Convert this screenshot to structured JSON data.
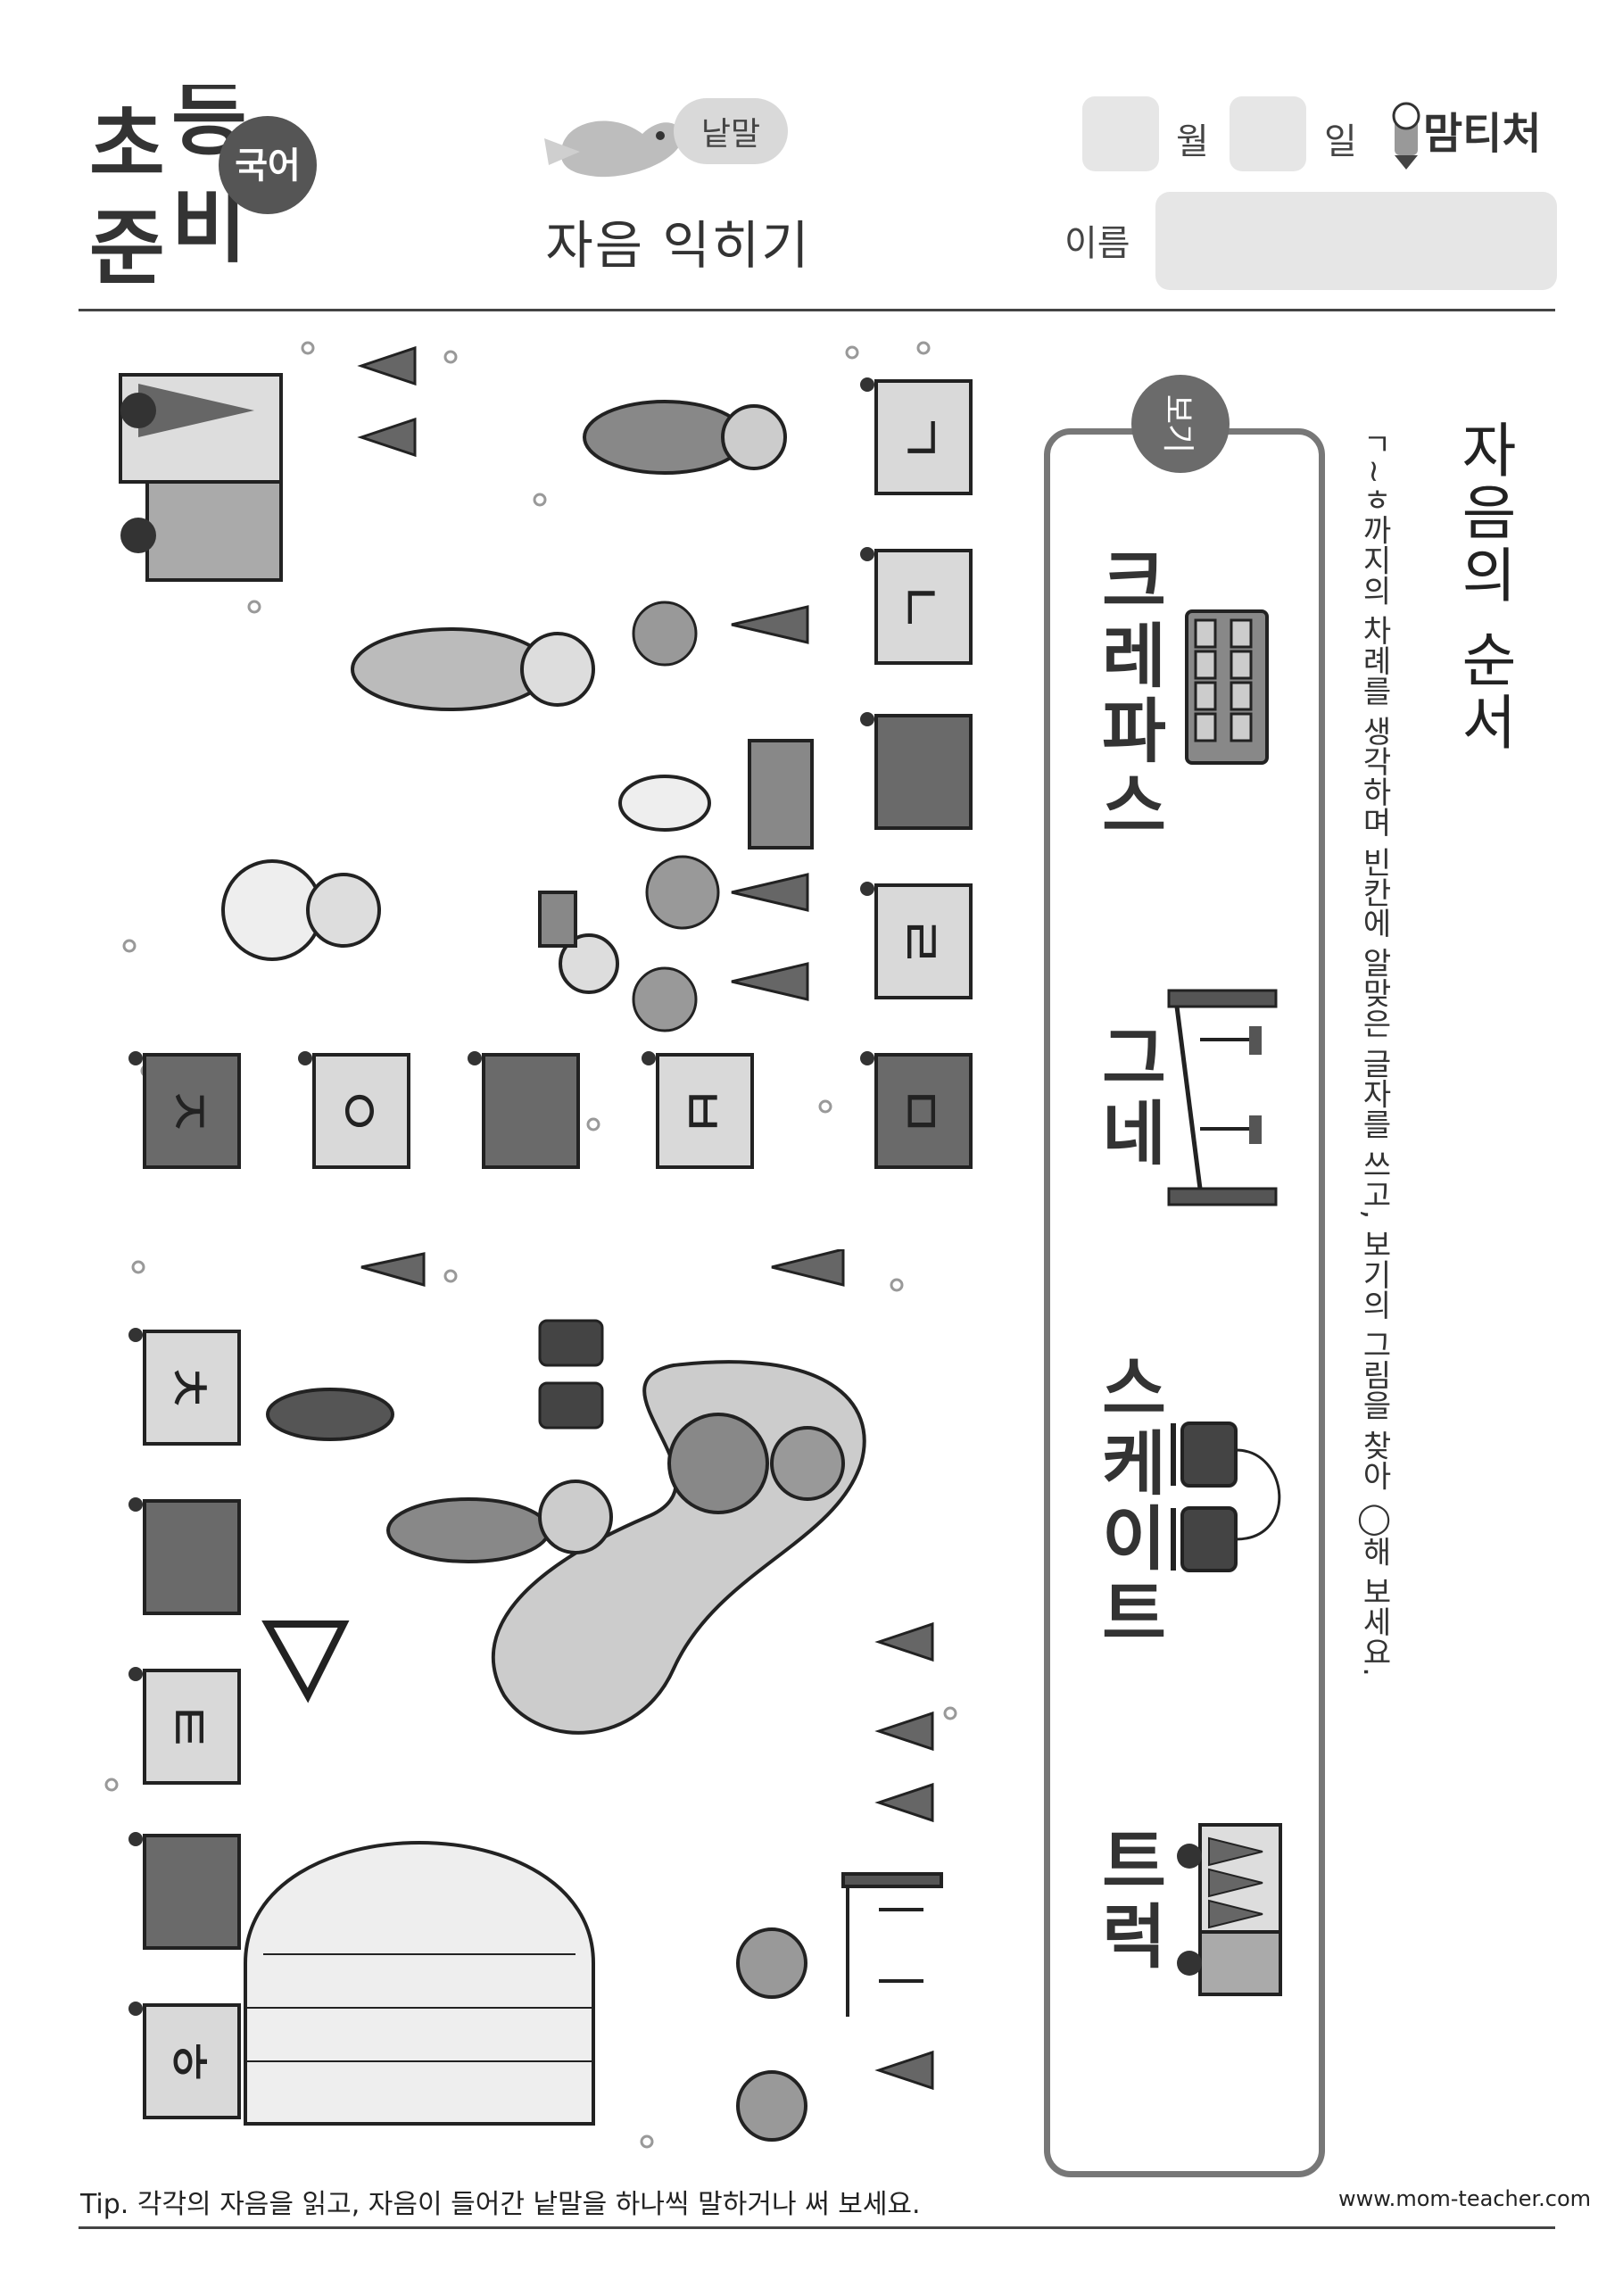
{
  "header": {
    "logo_chars": [
      "초",
      "등",
      "준",
      "비"
    ],
    "subject": "국어",
    "category": "낱말",
    "title": "자음 익히기",
    "month_label": "월",
    "day_label": "일",
    "name_label": "이름",
    "brand": "맘티처"
  },
  "instructions": {
    "title": "자음의 순서",
    "text": "ㄱ~ㅎ까지의 차례를 생각하며 빈칸에 알맞은 글자를 쓰고, 보기의 그림을 찾아 ◯해 보세요."
  },
  "example": {
    "badge": "보기",
    "words": [
      "크레파스",
      "그네",
      "스케이트",
      "트럭"
    ]
  },
  "top_flags": [
    "ㄱ",
    "ㄴ",
    "",
    "ㄹ",
    "ㅁ",
    "ㅂ",
    "",
    "ㅇ",
    "ㅈ"
  ],
  "bottom_flags": [
    "ㅊ",
    "",
    "ㅌ",
    "",
    "ㅎ"
  ],
  "footer": {
    "tip": "Tip. 각각의 자음을 읽고, 자음이 들어간 낱말을 하나씩 말하거나 써 보세요.",
    "website": "www.mom-teacher.com"
  }
}
